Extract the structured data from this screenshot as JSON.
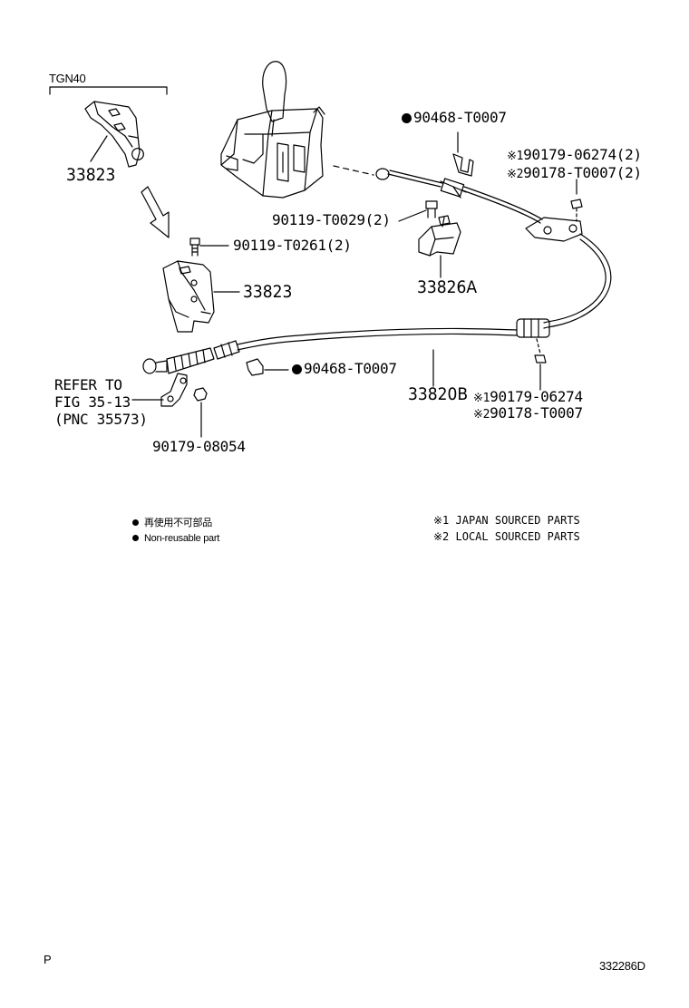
{
  "variant": "TGN40",
  "labels": {
    "bracket_upper": "33823",
    "bracket_lower": "33823",
    "clip_upper": "90468-T0007",
    "clip_lower": "90468-T0007",
    "nut_top_1": "90179-06274(2)",
    "nut_top_2": "90178-T0007(2)",
    "bolt_mid": "90119-T0029(2)",
    "bolt_left": "90119-T0261(2)",
    "bracket_cable": "33826A",
    "cable": "33820B",
    "nut_bottom_1": "90179-06274",
    "nut_bottom_2": "90178-T0007",
    "nut_small": "90179-08054",
    "refer_1": "REFER TO",
    "refer_2": "FIG 35-13",
    "refer_3": "(PNC 35573)"
  },
  "markers": {
    "m1": "※1",
    "m2": "※2"
  },
  "legend": {
    "jp": "再使用不可部品",
    "en": "Non-reusable part"
  },
  "notes": {
    "japan": "※1 JAPAN SOURCED PARTS",
    "local": "※2 LOCAL SOURCED PARTS"
  },
  "footer": {
    "left": "P",
    "right": "332286D"
  }
}
